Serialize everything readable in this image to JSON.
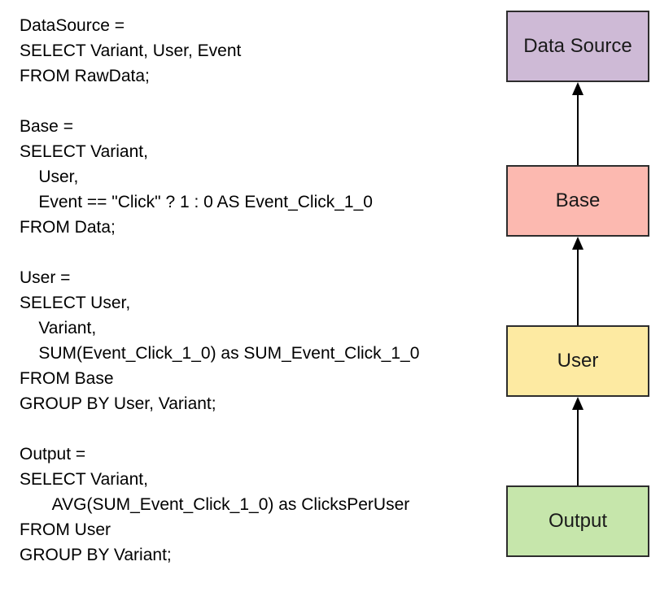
{
  "code_panel": {
    "text_color": "#000000",
    "sections": [
      {
        "name": "DataSource",
        "lines": [
          "DataSource =",
          "SELECT Variant, User, Event",
          "FROM RawData;"
        ]
      },
      {
        "name": "Base",
        "lines": [
          "Base =",
          "SELECT Variant,",
          "    User,",
          "    Event == \"Click\" ? 1 : 0 AS Event_Click_1_0",
          "FROM Data;"
        ]
      },
      {
        "name": "User",
        "lines": [
          "User =",
          "SELECT User,",
          "    Variant,",
          "    SUM(Event_Click_1_0) as SUM_Event_Click_1_0",
          "FROM Base",
          "GROUP BY User, Variant;"
        ]
      },
      {
        "name": "Output",
        "lines": [
          "Output =",
          "SELECT Variant,",
          "       AVG(SUM_Event_Click_1_0) as ClicksPerUser",
          "FROM User",
          "GROUP BY Variant;"
        ]
      }
    ]
  },
  "flowchart": {
    "nodes": [
      {
        "id": "data-source",
        "label": "Data Source",
        "fill": "#cebad6"
      },
      {
        "id": "base",
        "label": "Base",
        "fill": "#fcb9b0"
      },
      {
        "id": "user",
        "label": "User",
        "fill": "#fdeaa2"
      },
      {
        "id": "output",
        "label": "Output",
        "fill": "#c6e6ab"
      }
    ],
    "edges": [
      {
        "from": "base",
        "to": "data-source"
      },
      {
        "from": "user",
        "to": "base"
      },
      {
        "from": "output",
        "to": "user"
      }
    ],
    "border_color": "#2d2d2d",
    "arrow_color": "#000000",
    "arrow_direction": "up"
  }
}
